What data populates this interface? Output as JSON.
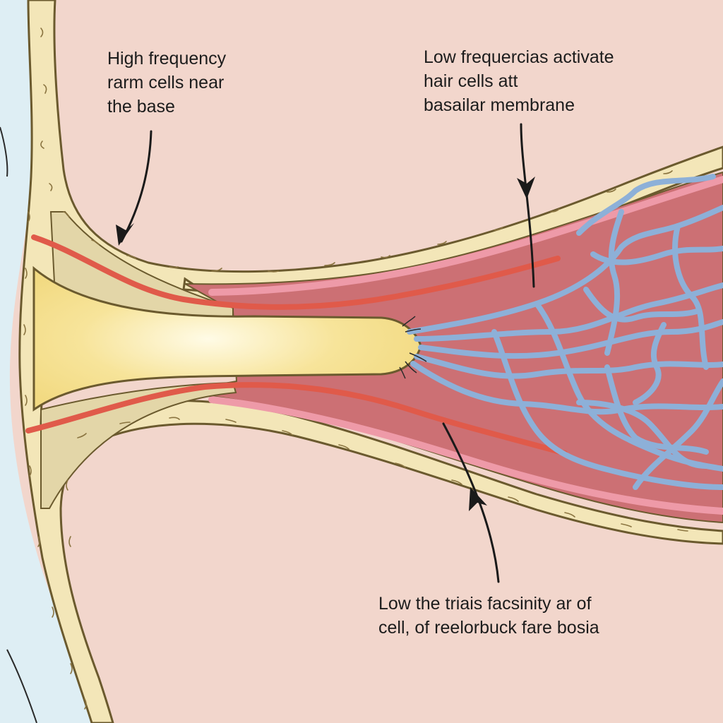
{
  "annotations": {
    "high_frequency": {
      "lines": [
        "High frequency",
        "rarm cells near",
        "the base"
      ]
    },
    "low_frequency_top": {
      "lines": [
        "Low frequercias activate",
        "hair cells att",
        "basailar membrane"
      ]
    },
    "low_frequency_bottom": {
      "lines": [
        "Low the triais facsinity ar of",
        "cell, of reelorbuck fare bosia"
      ]
    }
  },
  "colors": {
    "background": "#f2d6cc",
    "membrane_fill": "#f3e6b8",
    "membrane_outline": "#6b5a2e",
    "duct_fill": "#cc7074",
    "stria_pink": "#ee9aa8",
    "red_vessel": "#e05a4a",
    "blue_fibers": "#8db0d8",
    "yellow_core": "#f7e49a",
    "left_chamber": "#deeef4",
    "ink": "#1c1c1c"
  }
}
